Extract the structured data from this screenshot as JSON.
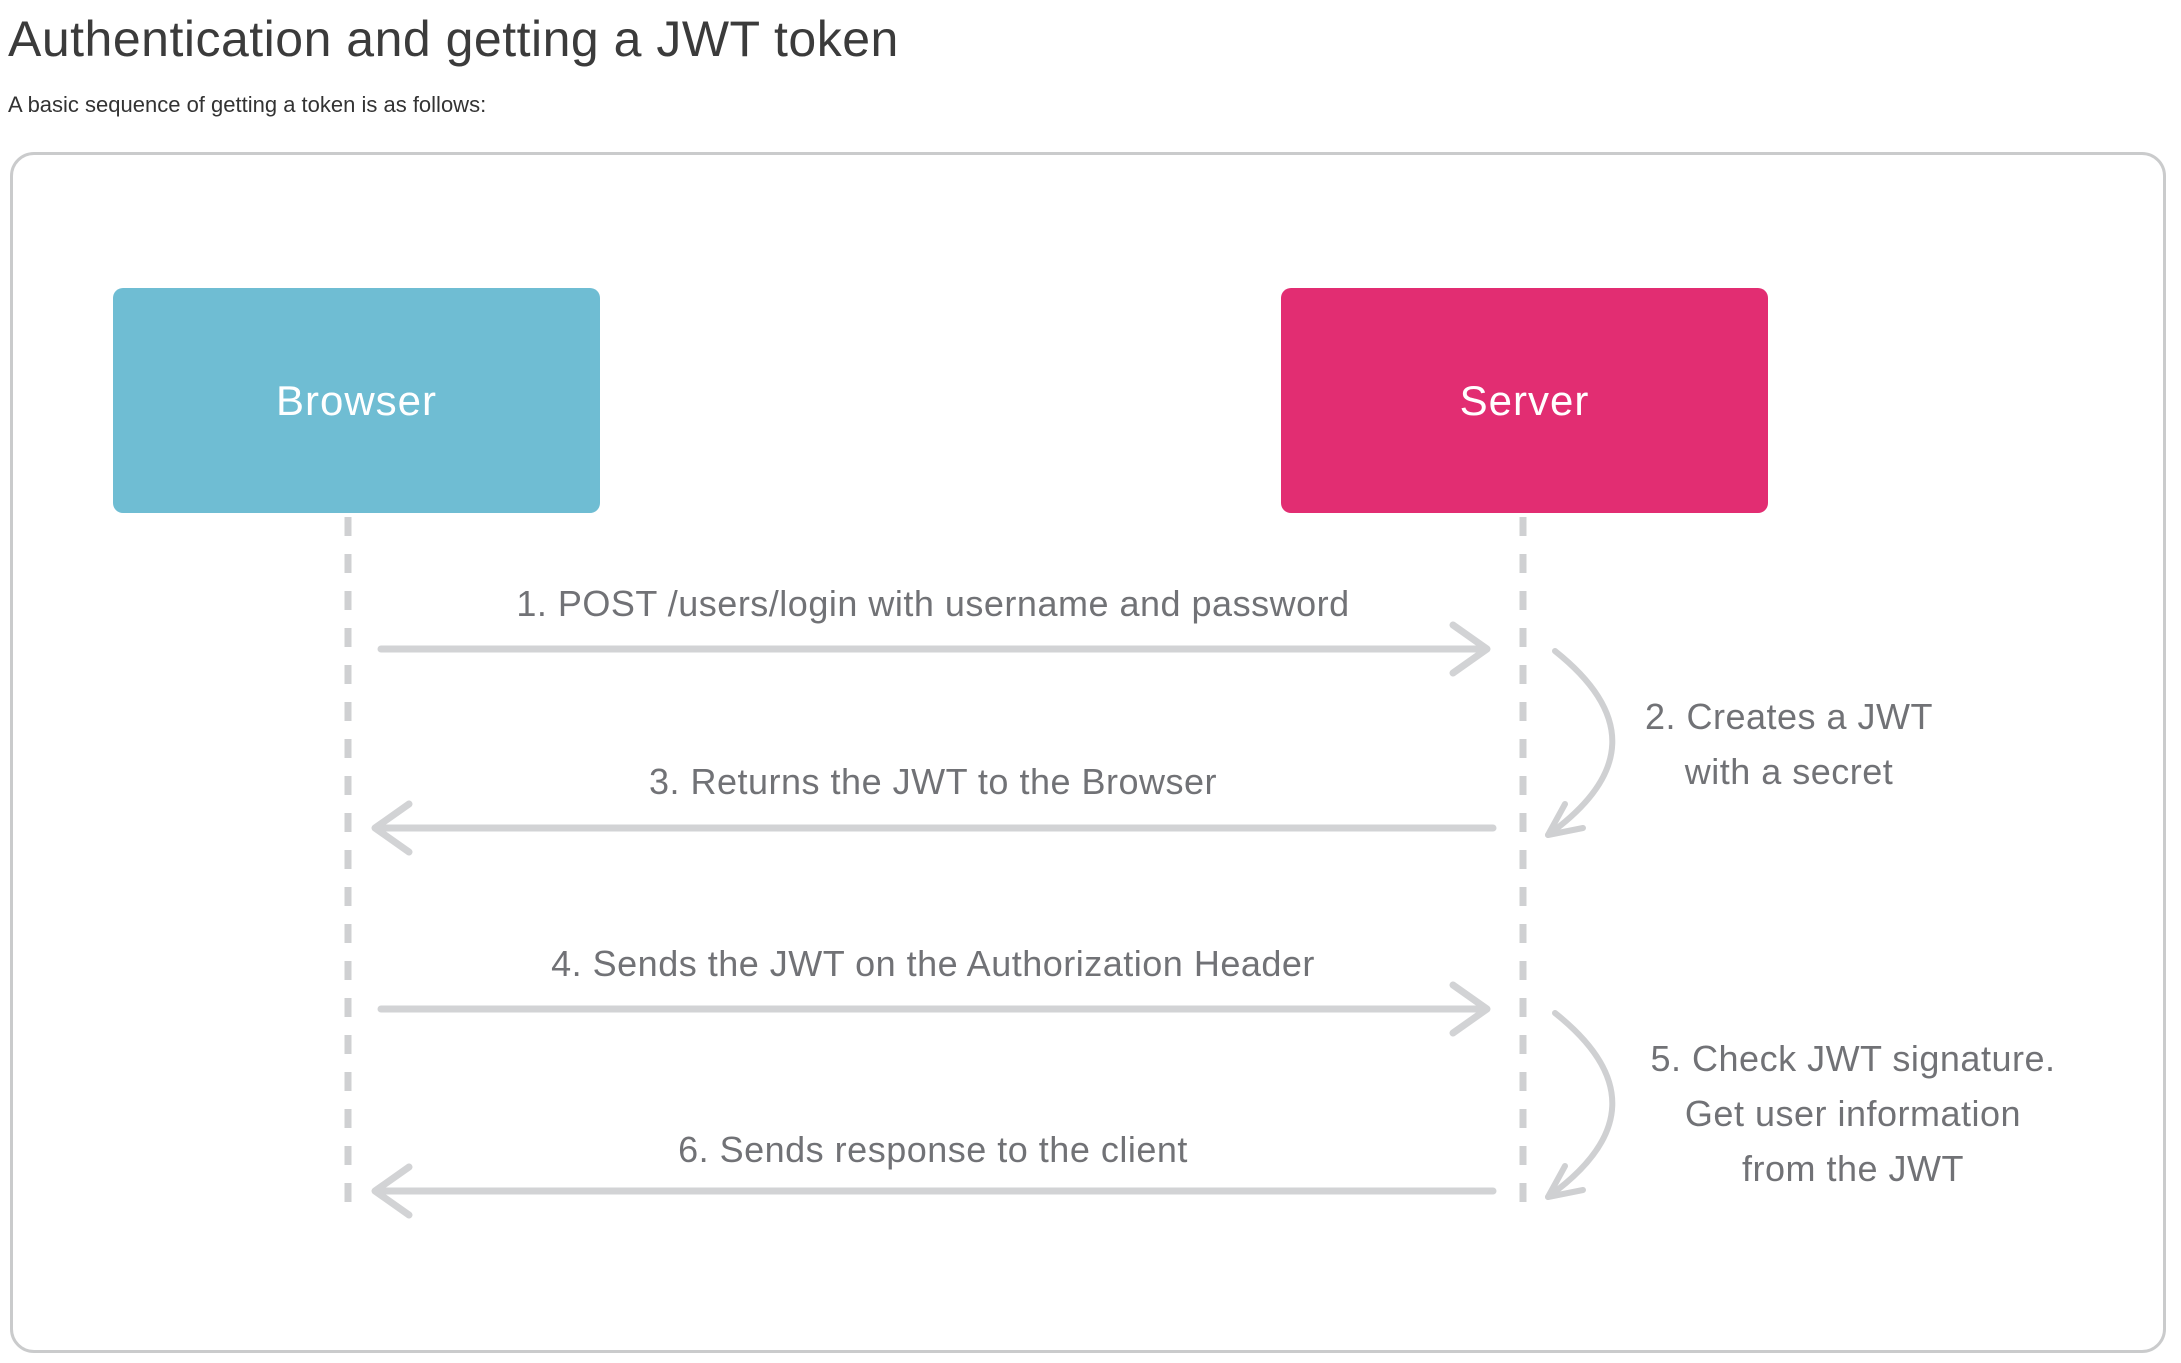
{
  "page": {
    "title": "Authentication and getting a JWT token",
    "subtitle": "A basic sequence of getting a token is as follows:"
  },
  "diagram": {
    "actors": [
      {
        "label": "Browser",
        "color": "#6fbdd3"
      },
      {
        "label": "Server",
        "color": "#e22d72"
      }
    ],
    "messages": [
      {
        "label": "1. POST /users/login with username and password",
        "from": "Browser",
        "to": "Server"
      },
      {
        "label": "3. Returns the JWT to the Browser",
        "from": "Server",
        "to": "Browser"
      },
      {
        "label": "4. Sends the JWT on the Authorization Header",
        "from": "Browser",
        "to": "Server"
      },
      {
        "label": "6. Sends response to the client",
        "from": "Server",
        "to": "Browser"
      }
    ],
    "self_actions": [
      {
        "actor": "Server",
        "lines": [
          "2. Creates a JWT",
          "with a secret"
        ]
      },
      {
        "actor": "Server",
        "lines": [
          "5. Check JWT signature.",
          "Get user information",
          "from the JWT"
        ]
      }
    ],
    "colors": {
      "browser_box": "#6fbdd3",
      "server_box": "#e22d72",
      "lines": "#cfd0d2",
      "label_text": "#717276",
      "card_border": "#cacbcc"
    }
  }
}
